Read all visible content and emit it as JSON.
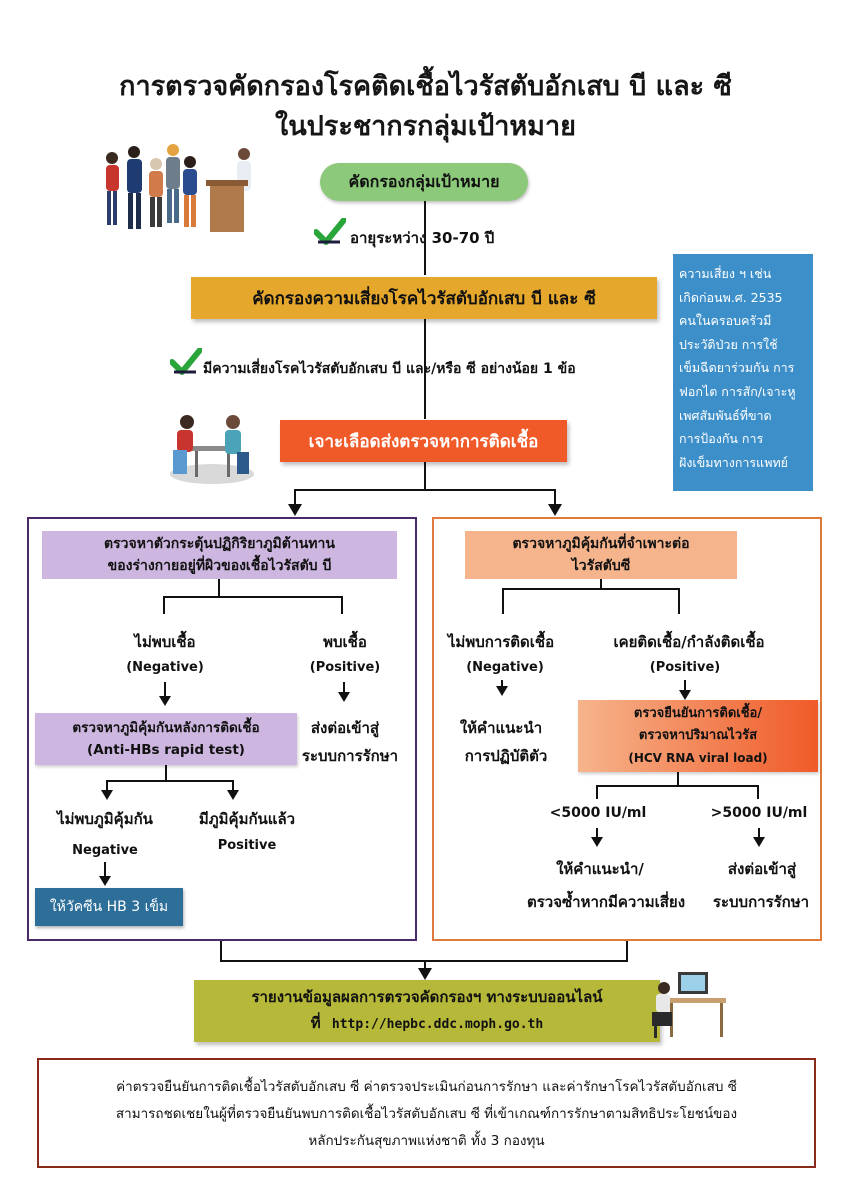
{
  "title": {
    "line1": "การตรวจคัดกรองโรคติดเชื้อไวรัสตับอักเสบ บี และ ซี",
    "line2": "ในประชากรกลุ่มเป้าหมาย"
  },
  "start": {
    "label": "คัดกรองกลุ่มเป้าหมาย"
  },
  "criterion_age": "อายุระหว่าง 30-70 ปี",
  "risk_screen": {
    "label": "คัดกรองความเสี่ยงโรคไวรัสตับอักเสบ บี และ ซี"
  },
  "criterion_risk": "มีความเสี่ยงโรคไวรัสตับอักเสบ บี และ/หรือ ซี อย่างน้อย 1 ข้อ",
  "risk_note": {
    "lines": [
      "ความเสี่ยง ฯ เช่น",
      "เกิดก่อนพ.ศ. 2535",
      "คนในครอบครัวมี",
      "ประวัติป่วย การใช้",
      "เข็มฉีดยาร่วมกัน การ",
      "ฟอกไต การสัก/เจาะหู",
      "เพศสัมพันธ์ที่ขาด",
      "การป้องกัน การ",
      "ฝังเข็มทางการแพทย์"
    ]
  },
  "blood_test": {
    "label": "เจาะเลือดส่งตรวจหาการติดเชื้อ"
  },
  "hbv": {
    "header_line1": "ตรวจหาตัวกระตุ้นปฏิกิริยาภูมิต้านทาน",
    "header_line2": "ของร่างกายอยู่ที่ผิวของเชื้อไวรัสตับ บี",
    "negative_th": "ไม่พบเชื้อ",
    "negative_en": "(Negative)",
    "positive_th": "พบเชื้อ",
    "positive_en": "(Positive)",
    "refer_line1": "ส่งต่อเข้าสู่",
    "refer_line2": "ระบบการรักษา",
    "anti_line1": "ตรวจหาภูมิคุ้มกันหลังการติดเชื้อ",
    "anti_line2": "(Anti-HBs rapid test)",
    "no_immune_th": "ไม่พบภูมิคุ้มกัน",
    "no_immune_en": "Negative",
    "immune_th": "มีภูมิคุ้มกันแล้ว",
    "immune_en": "Positive",
    "vaccine": "ให้วัคซีน HB 3 เข็ม"
  },
  "hcv": {
    "header_line1": "ตรวจหาภูมิคุ้มกันที่จำเพาะต่อ",
    "header_line2": "ไวรัสตับซี",
    "negative_th": "ไม่พบการติดเชื้อ",
    "negative_en": "(Negative)",
    "positive_th": "เคยติดเชื้อ/กำลังติดเชื้อ",
    "positive_en": "(Positive)",
    "advice_line1": "ให้คำแนะนำ",
    "advice_line2": "การปฏิบัติตัว",
    "confirm_line1": "ตรวจยืนยันการติดเชื้อ/",
    "confirm_line2": "ตรวจหาปริมาณไวรัส",
    "confirm_line3": "(HCV RNA viral load)",
    "low_load": "<5000 IU/ml",
    "high_load": ">5000 IU/ml",
    "low_action_line1": "ให้คำแนะนำ/",
    "low_action_line2": "ตรวจซ้ำหากมีความเสี่ยง",
    "high_action_line1": "ส่งต่อเข้าสู่",
    "high_action_line2": "ระบบการรักษา"
  },
  "report": {
    "line1": "รายงานข้อมูลผลการตรวจคัดกรองฯ ทางระบบออนไลน์",
    "line2_prefix": "ที่",
    "url": "http://hepbc.ddc.moph.go.th"
  },
  "footer": {
    "line1": "ค่าตรวจยืนยันการติดเชื้อไวรัสตับอักเสบ ซี ค่าตรวจประเมินก่อนการรักษา และค่ารักษาโรคไวรัสตับอักเสบ ซี",
    "line2": "สามารถชดเชยในผู้ที่ตรวจยืนยันพบการติดเชื้อไวรัสตับอักเสบ ซี ที่เข้าเกณฑ์การรักษาตามสิทธิประโยชน์ของ",
    "line3": "หลักประกันสุขภาพแห่งชาติ ทั้ง 3 กองทุน"
  },
  "colors": {
    "green": "#8cc97a",
    "gold": "#e6a82c",
    "orange_red": "#f05a28",
    "lavender": "#cdb6e0",
    "peach": "#f6b48c",
    "blue_note": "#3d8fca",
    "dark_blue": "#2e6f9a",
    "olive": "#b5b838",
    "purple_border": "#4a2a6b",
    "orange_border": "#e07a3a",
    "check_green": "#2aa53a"
  },
  "icons": [
    "check-icon",
    "people-illustration",
    "consultation-illustration",
    "computer-desk-illustration"
  ]
}
